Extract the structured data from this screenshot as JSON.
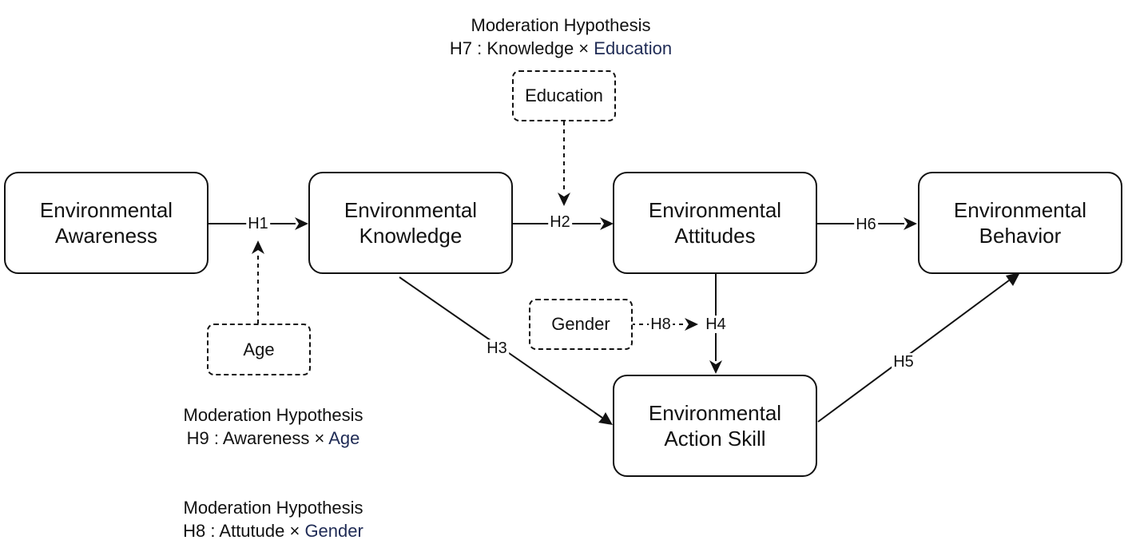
{
  "constructs": {
    "awareness": [
      "Environmental",
      "Awareness"
    ],
    "knowledge": [
      "Environmental",
      "Knowledge"
    ],
    "attitudes": [
      "Environmental",
      "Attitudes"
    ],
    "behavior": [
      "Environmental",
      "Behavior"
    ],
    "action_skill": [
      "Environmental",
      "Action Skill"
    ]
  },
  "moderators": {
    "education": "Education",
    "age": "Age",
    "gender": "Gender"
  },
  "paths": {
    "h1": "H1",
    "h2": "H2",
    "h3": "H3",
    "h4": "H4",
    "h5": "H5",
    "h6": "H6",
    "h8": "H8"
  },
  "notes": {
    "h7": {
      "title": "Moderation Hypothesis",
      "prefix": "H7 : Knowledge × ",
      "moderator": "Education"
    },
    "h9": {
      "title": "Moderation Hypothesis",
      "prefix": "H9 : Awareness × ",
      "moderator": "Age"
    },
    "h8": {
      "title": "Moderation Hypothesis",
      "prefix": "H8 : Attutude × ",
      "moderator": "Gender"
    }
  }
}
